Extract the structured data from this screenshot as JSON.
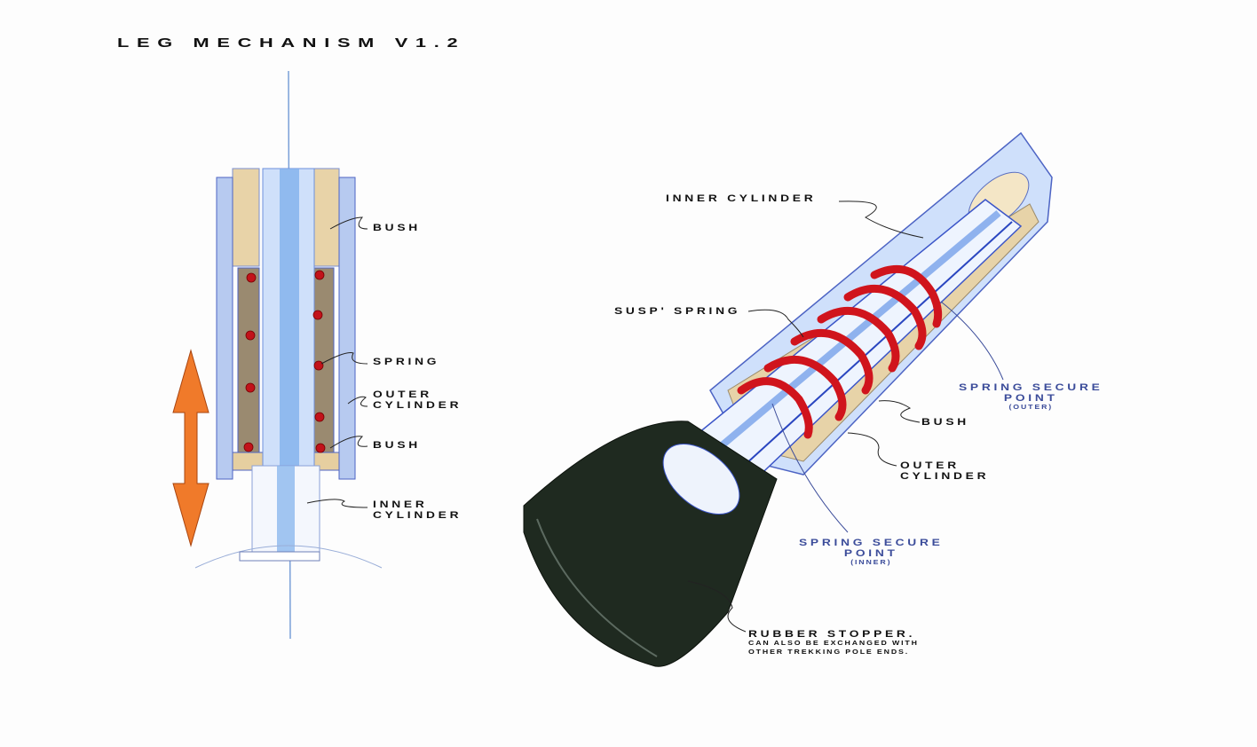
{
  "title": "LEG MECHANISM V1.2",
  "left_view": {
    "labels": {
      "bush_top": "BUSH",
      "spring": "SPRING",
      "outer_cylinder": [
        "OUTER",
        "CYLINDER"
      ],
      "bush_bottom": "BUSH",
      "inner_cylinder": [
        "INNER",
        "CYLINDER"
      ]
    }
  },
  "right_view": {
    "labels": {
      "inner_cylinder": "INNER CYLINDER",
      "susp_spring": "SUSP' SPRING",
      "spring_secure_outer": {
        "line1": "SPRING SECURE",
        "line2": "POINT",
        "note": "(OUTER)"
      },
      "bush": "BUSH",
      "outer_cylinder": [
        "OUTER",
        "CYLINDER"
      ],
      "spring_secure_inner": {
        "line1": "SPRING SECURE",
        "line2": "POINT",
        "note": "(INNER)"
      },
      "rubber_stopper": {
        "line1": "RUBBER STOPPER.",
        "line2": "CAN ALSO BE EXCHANGED WITH",
        "line3": "OTHER TREKKING POLE ENDS."
      }
    }
  },
  "colors": {
    "accent_blue": "#3b4c9a",
    "spring_red": "#d0141c",
    "arrow_orange": "#f07a2a",
    "rubber_green": "#1f2a20"
  }
}
